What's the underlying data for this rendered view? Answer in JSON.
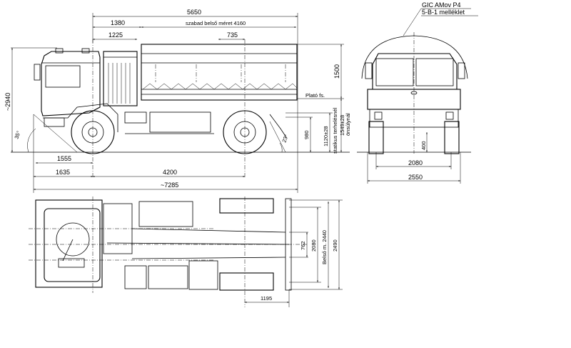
{
  "title_block": {
    "line1": "GIC AMov P4",
    "line2": "5-B-1 melléklet"
  },
  "side_view": {
    "dims": {
      "overall_body": "5650",
      "front_to_bed": "1380",
      "inner_length": "szabad belső méret 4160",
      "cab_to_engine": "1225",
      "rear_offset": "735",
      "height": "~2940",
      "bed_height": "1500",
      "platform_label": "Plató fs.",
      "unladen_height": "1549±28",
      "unladen_label": "önsúlynál",
      "static_height": "1120±28",
      "static_label": "statikus terhelésnél",
      "hitch_height": "980",
      "approach_angle": "35°",
      "departure_angle": "23°",
      "front_overhang": "1555",
      "front_overhang_total": "1635",
      "wheelbase": "4200",
      "overall_length": "~7285"
    }
  },
  "front_view": {
    "dims": {
      "track": "2080",
      "width": "2550",
      "ground_clearance": "400"
    }
  },
  "top_view": {
    "dims": {
      "frame_width": "762",
      "track": "2080",
      "inner_width": "Belső m. 2440",
      "outer_width": "2490",
      "rear_overhang": "1195"
    }
  }
}
